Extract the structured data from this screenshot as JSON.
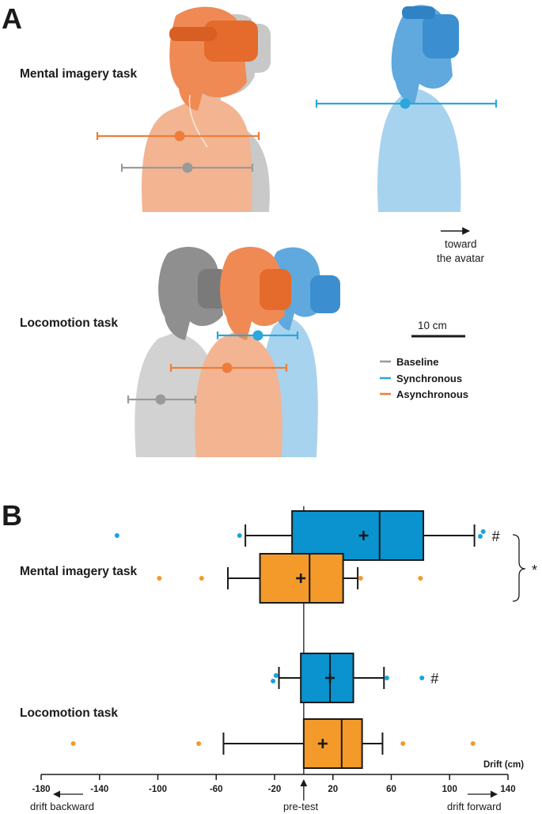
{
  "panel_a": {
    "letter": "A",
    "mental_label": "Mental imagery task",
    "locomotion_label": "Locomotion task",
    "direction_note_line1": "toward",
    "direction_note_line2": "the avatar",
    "scale_label": "10 cm",
    "legend": [
      {
        "label": "Baseline",
        "color": "#9a9a9a"
      },
      {
        "label": "Synchronous",
        "color": "#2aa7dc"
      },
      {
        "label": "Asynchronous",
        "color": "#ee7d3b"
      }
    ]
  },
  "panel_b": {
    "letter": "B",
    "mental_label": "Mental imagery task",
    "locomotion_label": "Locomotion task",
    "significance_mark": "*",
    "hash_mark": "#",
    "xaxis_title": "Drift (cm)",
    "left_note": "drift backward",
    "center_note": "pre-test",
    "right_note": "drift forward"
  },
  "chart_data": {
    "type": "box",
    "xlabel": "Drift (cm)",
    "xlim": [
      -180,
      140
    ],
    "xticks": [
      -180,
      -140,
      -100,
      -60,
      -20,
      20,
      60,
      100,
      140
    ],
    "series": [
      {
        "group": "Mental imagery task",
        "condition": "Synchronous",
        "color": "#0a93cf",
        "whisker_low": -40,
        "q1": -8,
        "median": 52,
        "q3": 82,
        "whisker_high": 117,
        "mean": 41,
        "outliers": [
          -128,
          -44,
          121,
          123
        ],
        "flag": "#"
      },
      {
        "group": "Mental imagery task",
        "condition": "Asynchronous",
        "color": "#f39a2a",
        "whisker_low": -52,
        "q1": -30,
        "median": 4,
        "q3": 27,
        "whisker_high": 37,
        "mean": -2,
        "outliers": [
          -99,
          -70,
          39,
          80
        ],
        "flag": ""
      },
      {
        "group": "Locomotion task",
        "condition": "Synchronous",
        "color": "#0a93cf",
        "whisker_low": -17,
        "q1": -2,
        "median": 18,
        "q3": 34,
        "whisker_high": 55,
        "mean": 18,
        "outliers": [
          -21,
          -19,
          57,
          81
        ],
        "flag": "#"
      },
      {
        "group": "Locomotion task",
        "condition": "Asynchronous",
        "color": "#f39a2a",
        "whisker_low": -55,
        "q1": 0,
        "median": 26,
        "q3": 40,
        "whisker_high": 54,
        "mean": 13,
        "outliers": [
          -158,
          -72,
          68,
          116
        ],
        "flag": ""
      }
    ]
  }
}
